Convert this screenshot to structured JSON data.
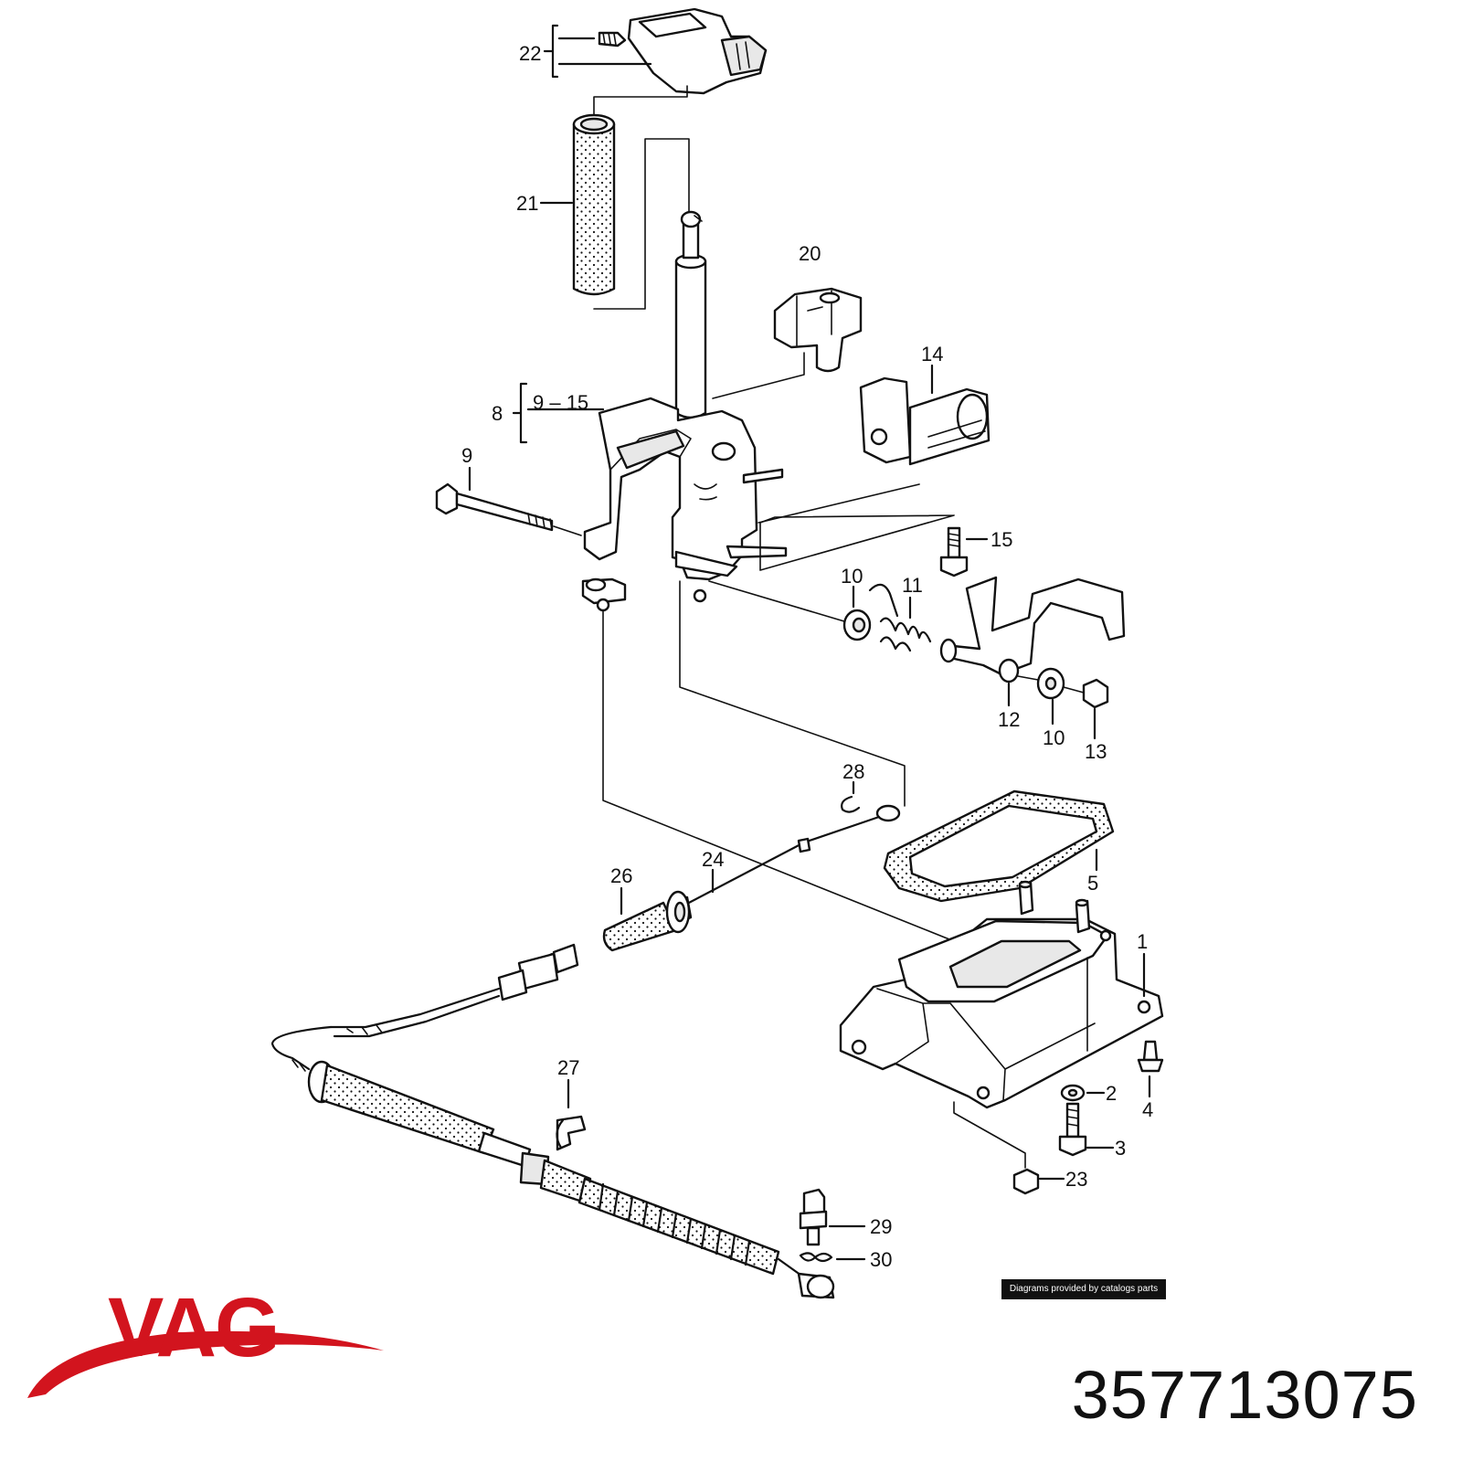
{
  "brand": {
    "logo_text": "VAG",
    "color": "#d2141e"
  },
  "part_number": "357713075",
  "credit": "Diagrams provided by catalogs parts",
  "callouts": {
    "c1": "1",
    "c2": "2",
    "c3": "3",
    "c4": "4",
    "c5": "5",
    "c8": "8",
    "c9_15": "9 – 15",
    "c9": "9",
    "c10a": "10",
    "c10b": "10",
    "c11": "11",
    "c12": "12",
    "c13": "13",
    "c14": "14",
    "c15": "15",
    "c20": "20",
    "c21": "21",
    "c22": "22",
    "c23": "23",
    "c24": "24",
    "c26": "26",
    "c27": "27",
    "c28": "28",
    "c29": "29",
    "c30": "30"
  }
}
